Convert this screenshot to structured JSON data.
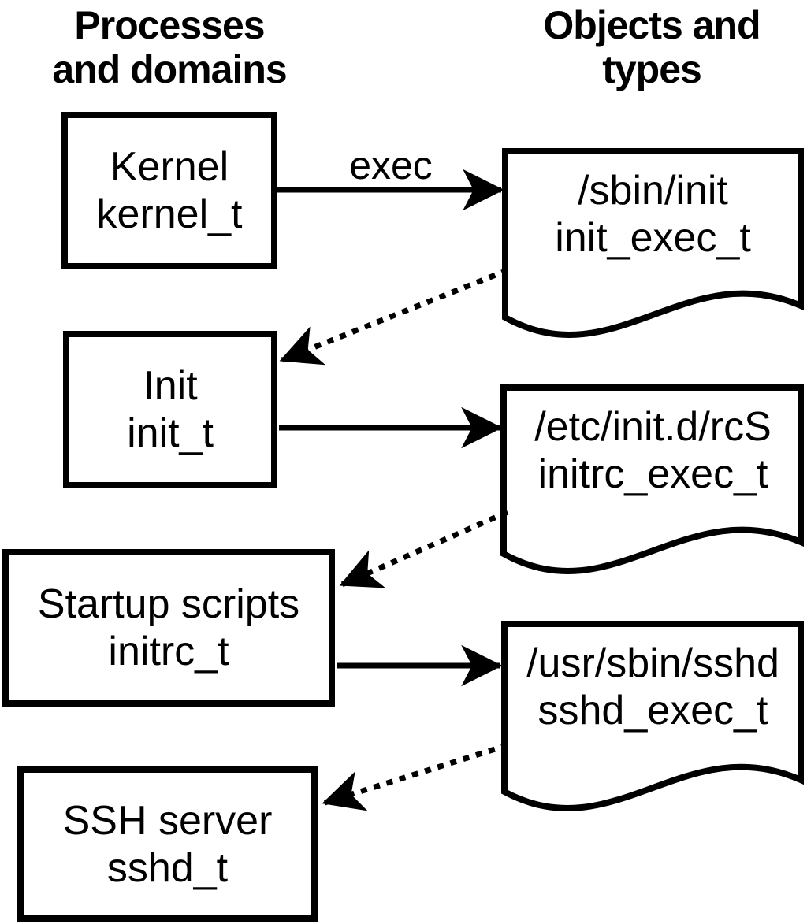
{
  "page": {
    "background_color": "#ffffff",
    "foreground_color": "#000000"
  },
  "columns": {
    "left_title": "Processes and domains",
    "right_title": "Objects and types"
  },
  "processes": [
    {
      "name": "Kernel",
      "domain": "kernel_t"
    },
    {
      "name": "Init",
      "domain": "init_t"
    },
    {
      "name": "Startup scripts",
      "domain": "initrc_t"
    },
    {
      "name": "SSH server",
      "domain": "sshd_t"
    }
  ],
  "objects": [
    {
      "path": "/sbin/init",
      "type": "init_exec_t"
    },
    {
      "path": "/etc/init.d/rcS",
      "type": "initrc_exec_t"
    },
    {
      "path": "/usr/sbin/sshd",
      "type": "sshd_exec_t"
    }
  ],
  "edges": [
    {
      "from": "kernel_t",
      "to": "init_exec_t",
      "label": "exec",
      "style": "solid"
    },
    {
      "from": "init_exec_t",
      "to": "init_t",
      "label": "",
      "style": "dotted"
    },
    {
      "from": "init_t",
      "to": "initrc_exec_t",
      "label": "",
      "style": "solid"
    },
    {
      "from": "initrc_exec_t",
      "to": "initrc_t",
      "label": "",
      "style": "dotted"
    },
    {
      "from": "initrc_t",
      "to": "sshd_exec_t",
      "label": "",
      "style": "solid"
    },
    {
      "from": "sshd_exec_t",
      "to": "sshd_t",
      "label": "",
      "style": "dotted"
    }
  ]
}
